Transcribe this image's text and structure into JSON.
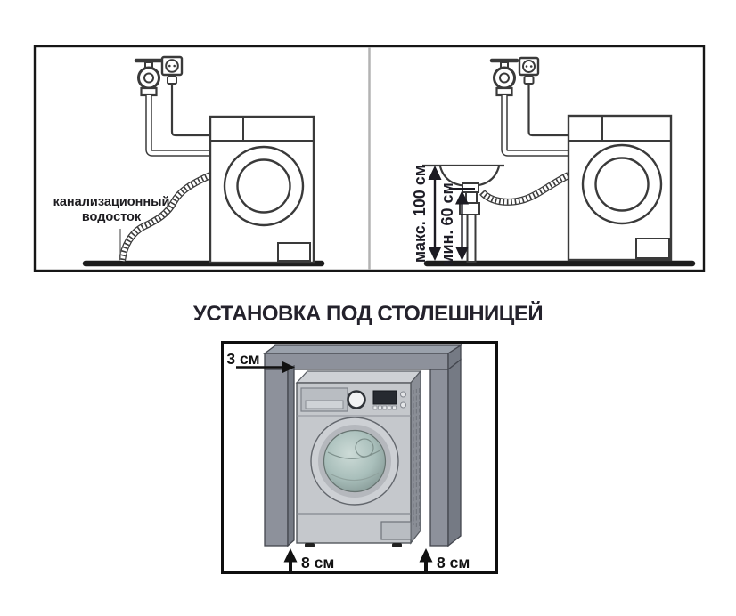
{
  "title": "УСТАНОВКА ПОД СТОЛЕШНИЦЕЙ",
  "hose_diagrams": {
    "floor_drain": {
      "label_line1": "канализационный",
      "label_line2": "водосток"
    },
    "sink_drain": {
      "max_height_label": "макс. 100 см",
      "min_height_label": "мин. 60 см"
    }
  },
  "undercounter": {
    "top_clearance_label": "3 см",
    "left_clearance_label": "8 см",
    "right_clearance_label": "8 см"
  },
  "colors": {
    "line_art": "#3a3a3a",
    "floor": "#1d1d1d",
    "dim_text": "#1e1d26",
    "label_text": "#1d1c20",
    "counter_front": "#8d919b",
    "counter_top": "#9aa1ab",
    "counter_side": "#757a84",
    "machine_front": "#c5c8cc",
    "machine_top": "#ced1d5",
    "machine_side": "#8a8e96",
    "glass_teal": "#a9bfbb"
  }
}
